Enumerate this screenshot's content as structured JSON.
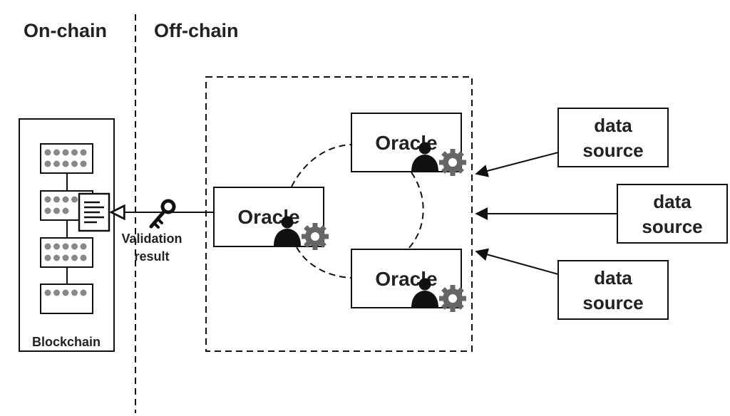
{
  "headings": {
    "on_chain": "On-chain",
    "off_chain": "Off-chain"
  },
  "blockchain": {
    "label": "Blockchain",
    "block_dot_counts": [
      10,
      8,
      10,
      5
    ]
  },
  "validation": {
    "line1": "Validation",
    "line2": "result"
  },
  "oracles": [
    {
      "label": "Oracle"
    },
    {
      "label": "Oracle"
    },
    {
      "label": "Oracle"
    }
  ],
  "data_sources": [
    {
      "line1": "data",
      "line2": "source"
    },
    {
      "line1": "data",
      "line2": "source"
    },
    {
      "line1": "data",
      "line2": "source"
    }
  ],
  "icons": {
    "person": "person-icon",
    "gear": "gear-icon",
    "key": "key-icon",
    "document": "document-icon"
  },
  "colors": {
    "stroke": "#111111",
    "icon": "#666666",
    "person": "#111111"
  }
}
